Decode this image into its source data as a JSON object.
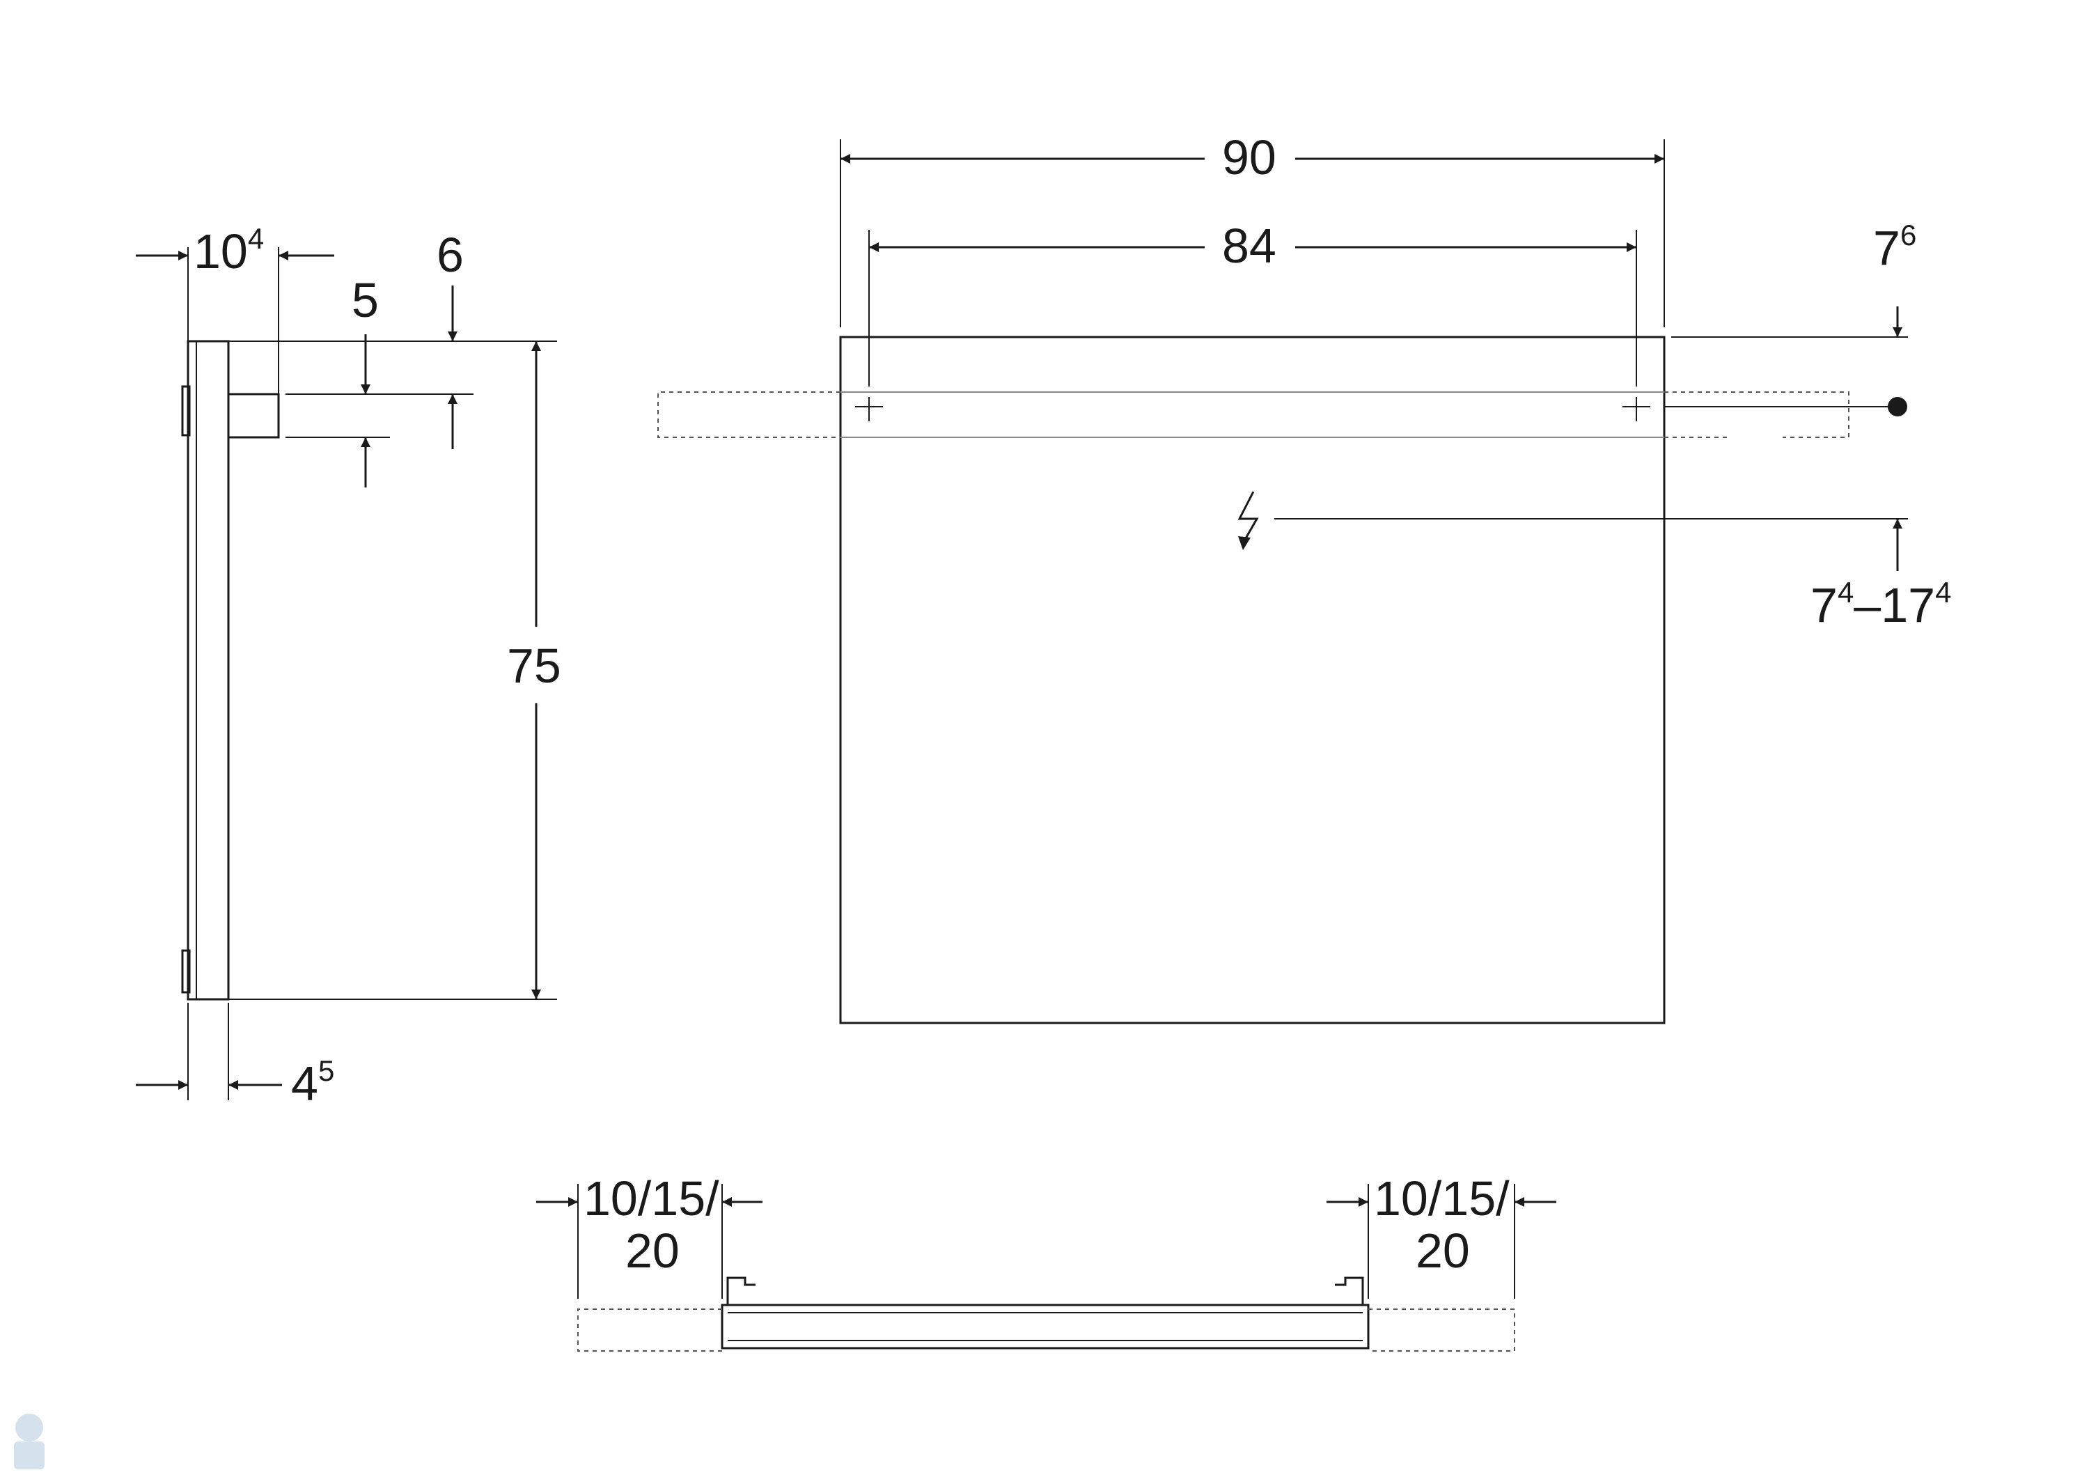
{
  "side_view": {
    "depth_main": "10",
    "depth_main_sup": "4",
    "top_gap": "6",
    "bracket_height": "5",
    "height": "75",
    "panel_depth": "4",
    "panel_depth_sup": "5"
  },
  "front_view": {
    "outer_width": "90",
    "mount_width": "84",
    "top_offset": "7",
    "top_offset_sup": "6",
    "power_range_a": "7",
    "power_range_a_sup": "4",
    "power_range_sep": "–",
    "power_range_b": "17",
    "power_range_b_sup": "4",
    "power_icon": "lightning-icon"
  },
  "top_view": {
    "left_offset_line1": "10/15/",
    "left_offset_line2": "20",
    "right_offset_line1": "10/15/",
    "right_offset_line2": "20"
  }
}
